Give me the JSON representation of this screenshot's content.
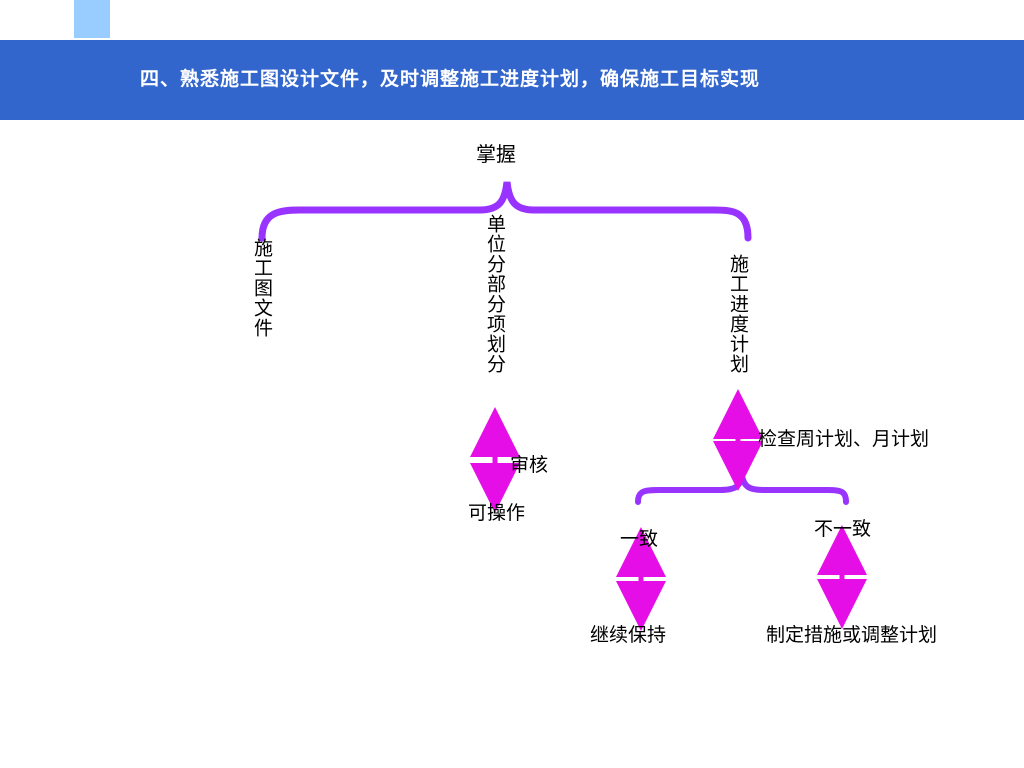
{
  "title": "四、熟悉施工图设计文件，及时调整施工进度计划，确保施工目标实现",
  "nodes": {
    "master": "掌握",
    "drawings": "施工图文件",
    "division": "单位分部分项划分",
    "schedule": "施工进度计划",
    "check": "检查周计划、月计划",
    "review": "审核",
    "operable": "可操作",
    "consistent": "一致",
    "inconsistent": "不一致",
    "maintain": "继续保持",
    "adjust": "制定措施或调整计划"
  },
  "colors": {
    "banner": "#3366cc",
    "brace": "#9933ff",
    "arrow": "#e60ee6",
    "deco_light": "#99ccff",
    "deco_mid": "#6699ff"
  }
}
